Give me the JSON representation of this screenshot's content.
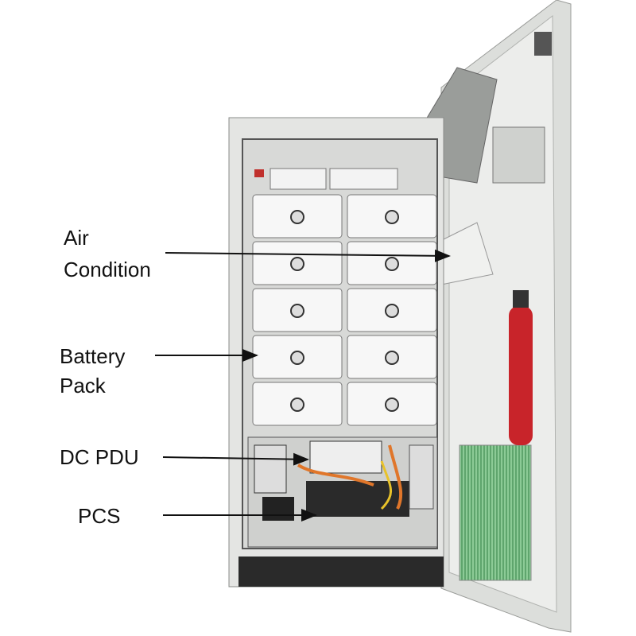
{
  "labels": {
    "air_condition": [
      "Air",
      "Condition"
    ],
    "battery_pack": [
      "Battery",
      "Pack"
    ],
    "dc_pdu": "DC PDU",
    "pcs": "PCS"
  },
  "colors": {
    "cabinet": "#e4e5e3",
    "battery": "#f7f7f7",
    "filter": "#7fbf8a",
    "extinguisher": "#c8242a",
    "cable": "#e0762a"
  }
}
